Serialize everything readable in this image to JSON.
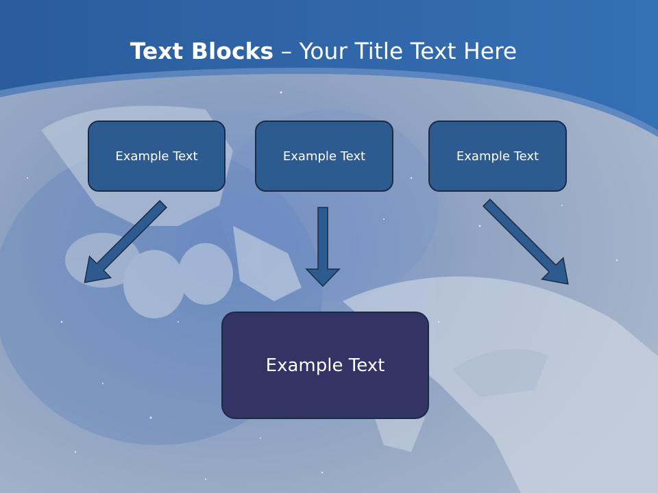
{
  "slide": {
    "title_bold": "Text Blocks",
    "title_dash": "–",
    "title_rest": "Your Title Text Here"
  },
  "diagram": {
    "top_blocks": [
      {
        "label": "Example Text"
      },
      {
        "label": "Example Text"
      },
      {
        "label": "Example Text"
      }
    ],
    "bottom_block": {
      "label": "Example Text"
    }
  },
  "colors": {
    "header_blue": "#2a5fa0",
    "block_blue": "#2e5b8f",
    "main_block": "#333366",
    "arrow_fill": "#2e5b8f",
    "arrow_outline": "#1b2a44"
  }
}
